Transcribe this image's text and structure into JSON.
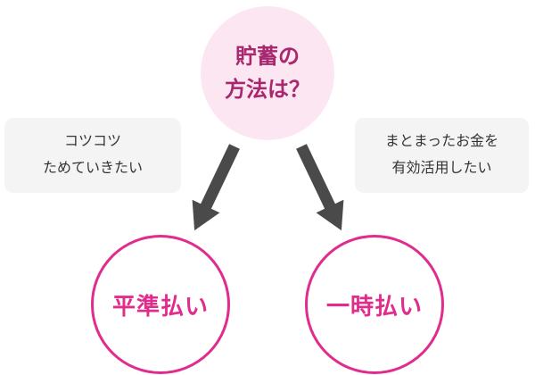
{
  "colors": {
    "background": "#ffffff",
    "top_circle_bg": "#fbe6f2",
    "top_circle_text": "#a8286f",
    "option_circle_border": "#e02c8d",
    "option_circle_text": "#e02c8d",
    "label_box_bg": "#f4f4f4",
    "label_box_text": "#333333",
    "arrow": "#4a4a4a"
  },
  "diagram": {
    "question_circle": {
      "text": "貯蓄の\n方法は？"
    },
    "branches": [
      {
        "condition": "コツコツ\nためていきたい",
        "result": "平準払い"
      },
      {
        "condition": "まとまったお金を\n有効活用したい",
        "result": "一時払い"
      }
    ]
  }
}
